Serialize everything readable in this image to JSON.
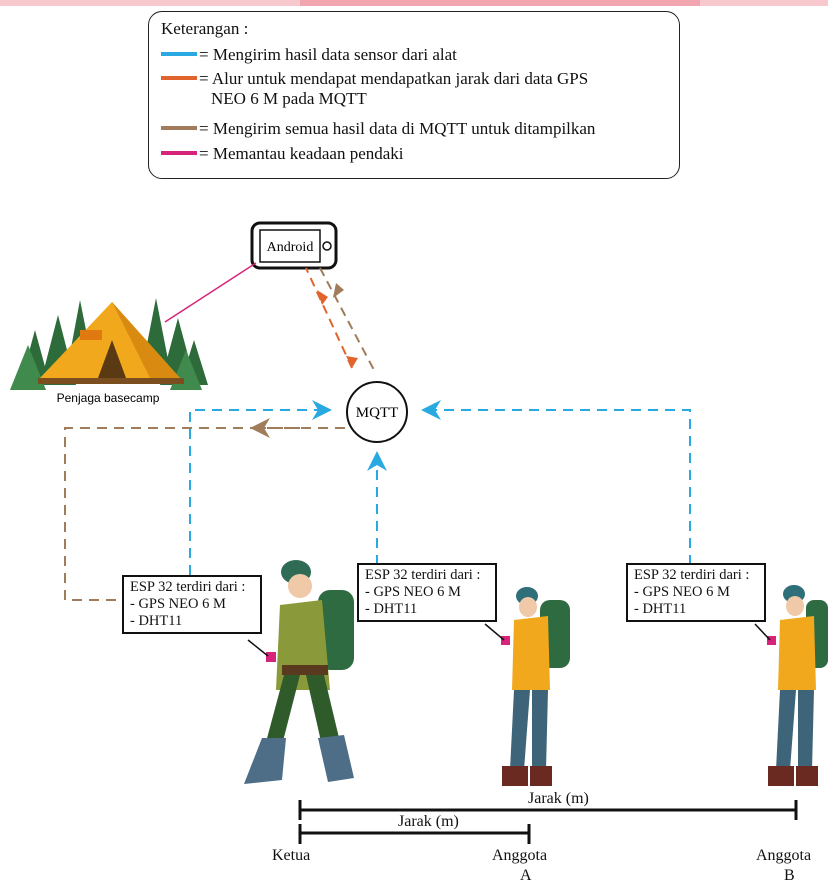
{
  "legend": {
    "title": "Keterangan :",
    "items": [
      {
        "color": "#29a9e1",
        "text": "= Mengirim hasil data sensor dari alat",
        "text2": ""
      },
      {
        "color": "#e0642c",
        "text": "= Alur untuk mendapat mendapatkan jarak dari data GPS",
        "text2": "NEO 6 M pada MQTT"
      },
      {
        "color": "#a07c5a",
        "text": "= Mengirim semua hasil data di MQTT untuk ditampilkan",
        "text2": ""
      },
      {
        "color": "#d6247a",
        "text": "= Memantau keadaan pendaki",
        "text2": ""
      }
    ]
  },
  "nodes": {
    "android": "Android",
    "mqtt": "MQTT",
    "basecamp": "Penjaga basecamp"
  },
  "esp_boxes": [
    {
      "title": "ESP 32 terdiri dari :",
      "line1": "- GPS NEO 6 M",
      "line2": "- DHT11"
    },
    {
      "title": "ESP 32 terdiri dari :",
      "line1": "- GPS NEO 6 M",
      "line2": "- DHT11"
    },
    {
      "title": "ESP 32 terdiri dari :",
      "line1": "- GPS NEO 6 M",
      "line2": "- DHT11"
    }
  ],
  "distance": {
    "long": "Jarak (m)",
    "short": "Jarak (m)"
  },
  "people": {
    "leader": "Ketua",
    "member_a_1": "Anggota",
    "member_a_2": "A",
    "member_b_1": "Anggota",
    "member_b_2": "B"
  }
}
